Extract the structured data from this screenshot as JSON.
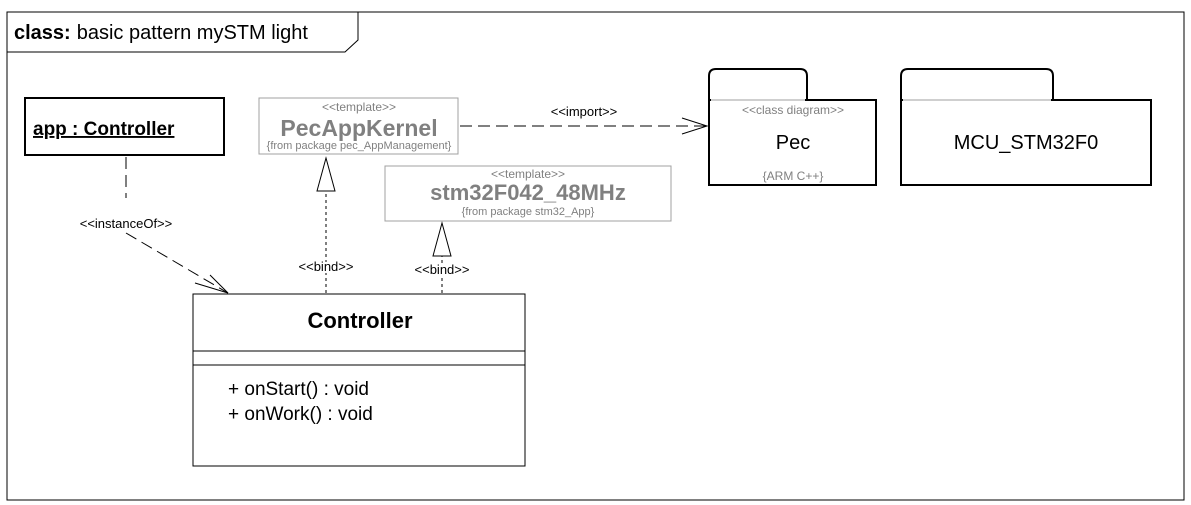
{
  "frame": {
    "keyword": "class:",
    "name": "basic pattern mySTM light"
  },
  "instance": {
    "label": "app : Controller"
  },
  "templates": [
    {
      "stereotype": "<<template>>",
      "name": "PecAppKernel",
      "origin": "{from package pec_AppManagement}"
    },
    {
      "stereotype": "<<template>>",
      "name": "stm32F042_48MHz",
      "origin": "{from package stm32_App}"
    }
  ],
  "packages": [
    {
      "stereotype": "<<class diagram>>",
      "name": "Pec",
      "constraint": "{ARM C++}"
    },
    {
      "stereotype": "",
      "name": "MCU_STM32F0",
      "constraint": ""
    }
  ],
  "controller": {
    "name": "Controller",
    "operations": [
      "+ onStart() : void",
      "+ onWork() : void"
    ]
  },
  "relations": {
    "import": "<<import>>",
    "instance_of": "<<instanceOf>>",
    "bind_1": "<<bind>>",
    "bind_2": "<<bind>>"
  },
  "colors": {
    "line": "#000000",
    "template": "#808080",
    "template_border": "#a0a0a0"
  }
}
